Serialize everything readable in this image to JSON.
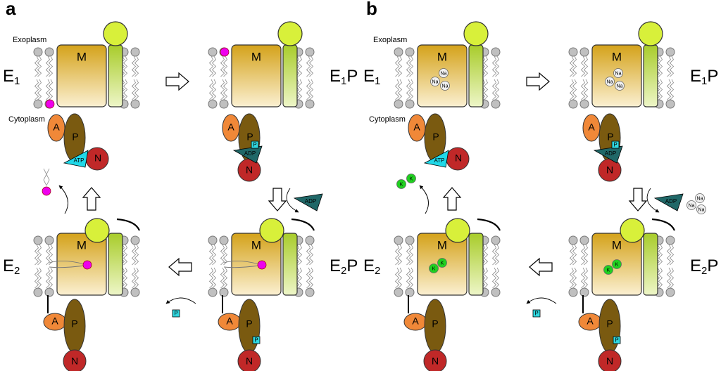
{
  "panels": [
    {
      "letter": "a",
      "labels": {
        "exoplasm": "Exoplasm",
        "cytoplasm": "Cytoplasm"
      },
      "states": {
        "e1": {
          "main": "E",
          "sub": "1",
          "suffix": ""
        },
        "e1p": {
          "main": "E",
          "sub": "1",
          "suffix": "P"
        },
        "e2p": {
          "main": "E",
          "sub": "2",
          "suffix": "P"
        },
        "e2": {
          "main": "E",
          "sub": "2",
          "suffix": ""
        }
      },
      "domains": {
        "m": "M",
        "a": "A",
        "p": "P",
        "n": "N"
      },
      "nucleotides": {
        "atp": "ATP",
        "adp": "ADP",
        "phosphate": "P"
      }
    },
    {
      "letter": "b",
      "labels": {
        "exoplasm": "Exoplasm",
        "cytoplasm": "Cytoplasm"
      },
      "states": {
        "e1": {
          "main": "E",
          "sub": "1",
          "suffix": ""
        },
        "e1p": {
          "main": "E",
          "sub": "1",
          "suffix": "P"
        },
        "e2p": {
          "main": "E",
          "sub": "2",
          "suffix": "P"
        },
        "e2": {
          "main": "E",
          "sub": "2",
          "suffix": ""
        }
      },
      "domains": {
        "m": "M",
        "a": "A",
        "p": "P",
        "n": "N"
      },
      "nucleotides": {
        "atp": "ATP",
        "adp": "ADP",
        "phosphate": "P"
      },
      "ions": {
        "na": "Na",
        "k": "K"
      }
    }
  ],
  "colors": {
    "m_top": "#d4a21a",
    "m_bottom": "#fbf0d2",
    "tm_top": "#a8cc2a",
    "tm_bottom": "#eef6c8",
    "head": "#d8f03a",
    "a_domain": "#f08838",
    "p_domain": "#7a5a10",
    "n_domain": "#c02828",
    "atp": "#20d8e8",
    "adp": "#206868",
    "phosphate": "#30d8e0",
    "lipid_head": "#c0c0c0",
    "lipid_ligand": "#ee00ee",
    "na_ion": "#f0f0f0",
    "k_ion": "#20d020"
  }
}
